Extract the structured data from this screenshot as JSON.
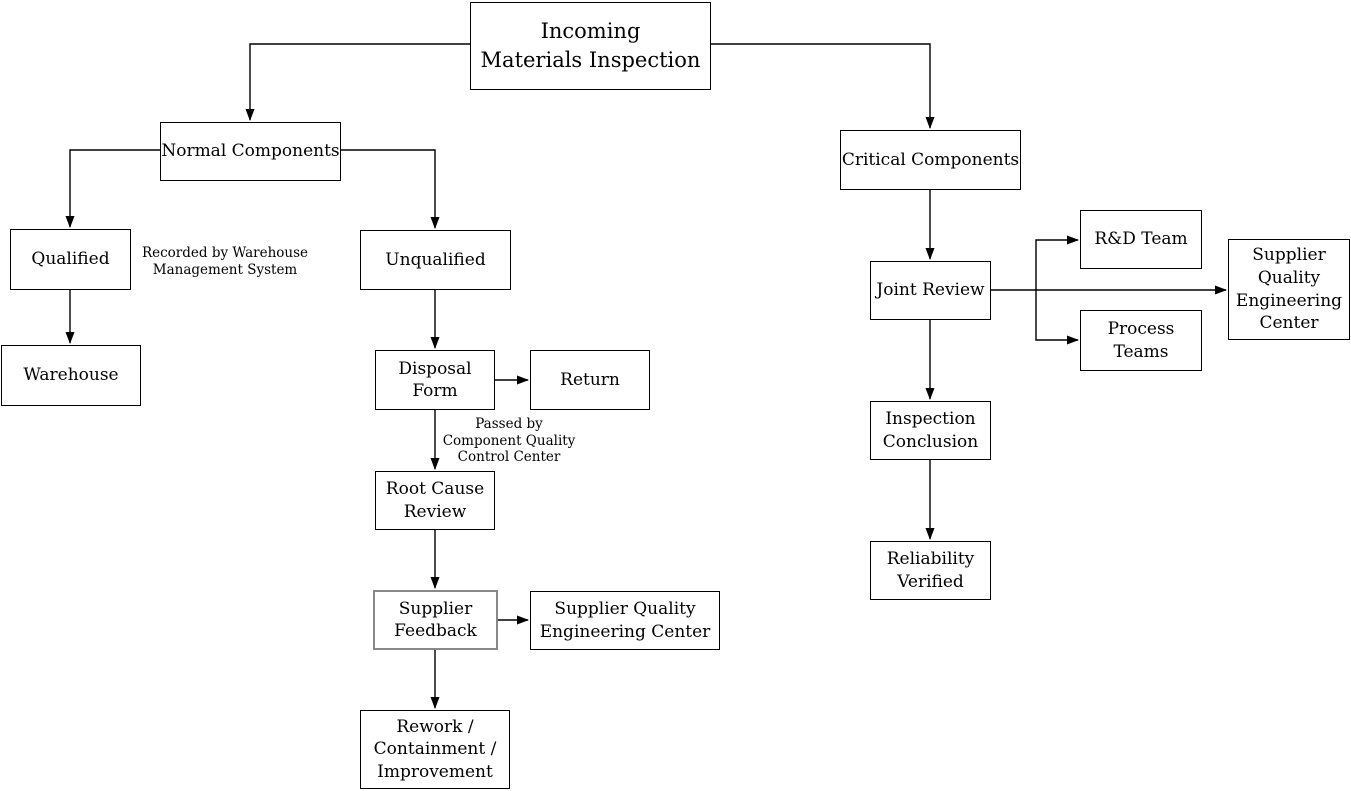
{
  "diagram": {
    "nodes": {
      "incoming": {
        "label": "Incoming\nMaterials Inspection"
      },
      "normal": {
        "label": "Normal Components"
      },
      "critical": {
        "label": "Critical Components"
      },
      "qualified": {
        "label": "Qualified"
      },
      "unqualified": {
        "label": "Unqualified"
      },
      "warehouse": {
        "label": "Warehouse"
      },
      "disposal_form": {
        "label": "Disposal\nForm"
      },
      "return": {
        "label": "Return"
      },
      "root_cause": {
        "label": "Root Cause\nReview"
      },
      "supplier_feedback": {
        "label": "Supplier\nFeedback"
      },
      "sqec_left": {
        "label": "Supplier Quality\nEngineering Center"
      },
      "rework": {
        "label": "Rework /\nContainment /\nImprovement"
      },
      "joint_review": {
        "label": "Joint Review"
      },
      "rd_team": {
        "label": "R&D Team"
      },
      "process_teams": {
        "label": "Process\nTeams"
      },
      "sqec_right": {
        "label": "Supplier\nQuality\nEngineering\nCenter"
      },
      "inspection_conclusion": {
        "label": "Inspection\nConclusion"
      },
      "reliability_verified": {
        "label": "Reliability\nVerified"
      }
    },
    "notes": {
      "warehouse_note": "Recorded by Warehouse\nManagement System",
      "quality_note": "Passed by\nComponent Quality\nControl Center"
    },
    "colors": {
      "background": "#ffffff",
      "box_border": "#000000",
      "text": "#000000",
      "highlight_border": "#888888",
      "connector": "#000000"
    }
  }
}
